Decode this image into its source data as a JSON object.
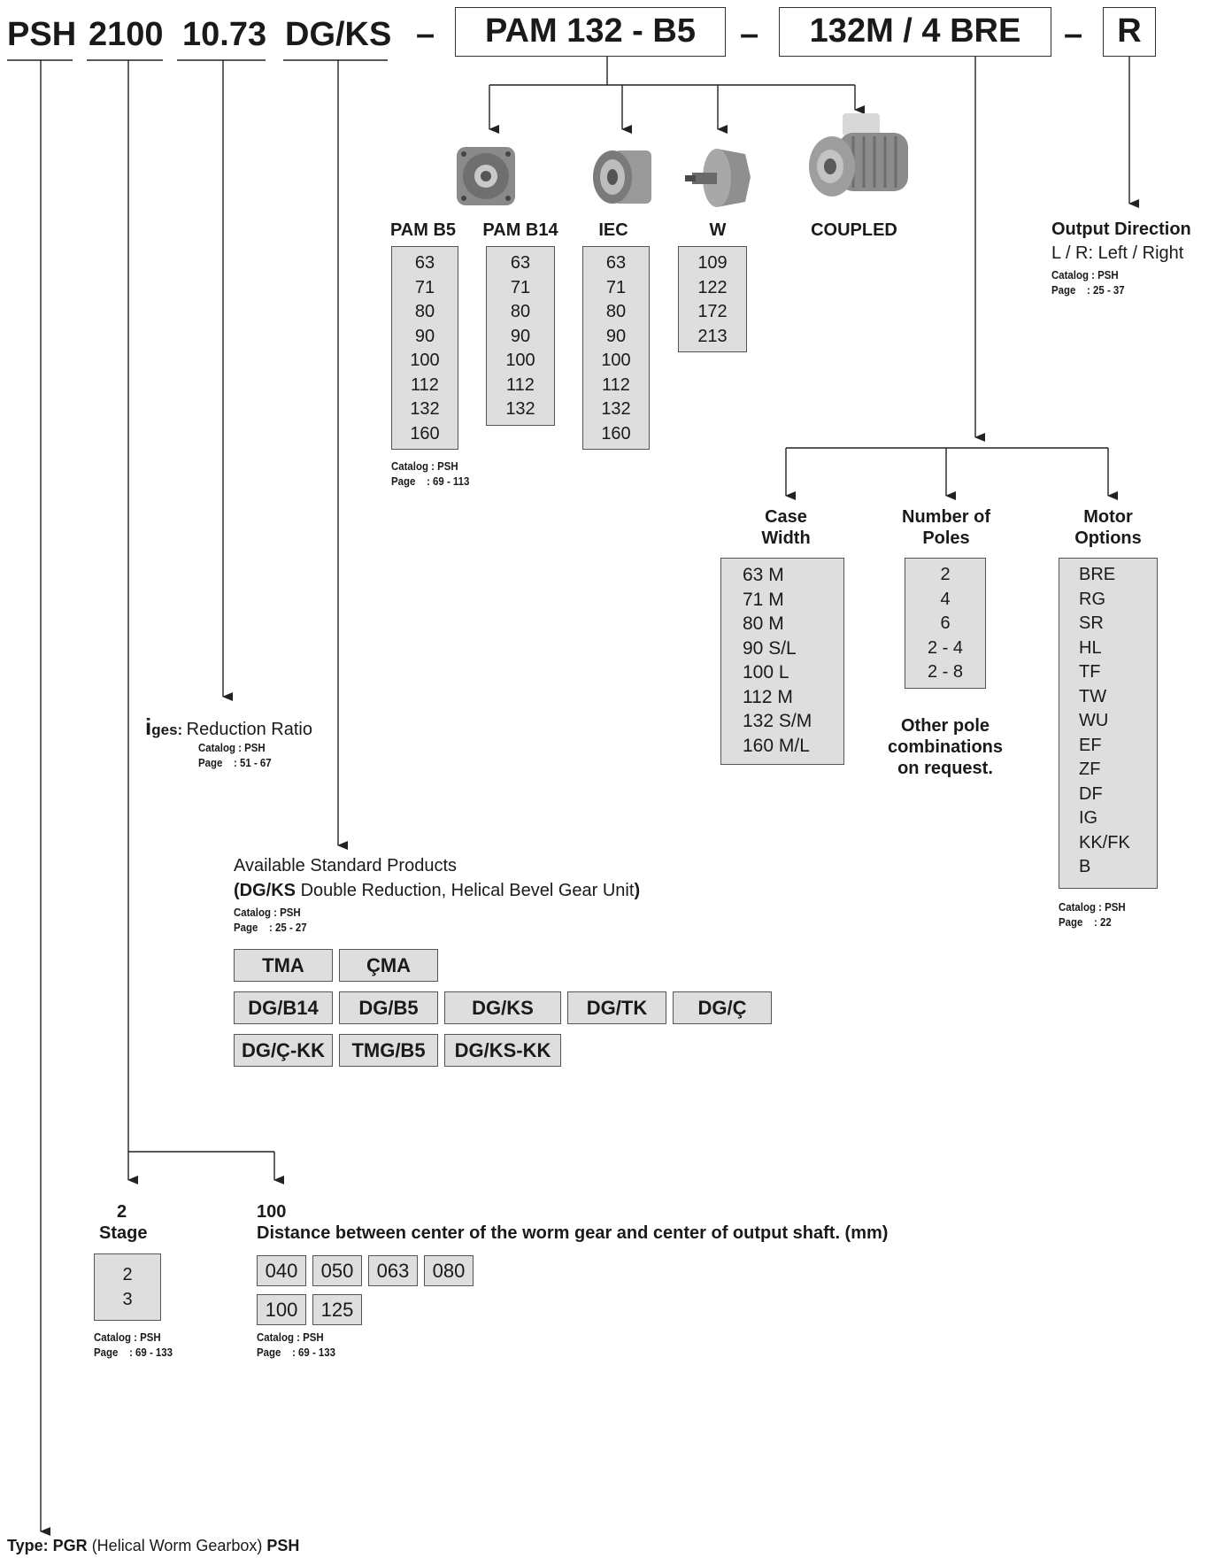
{
  "code": {
    "type": "PSH",
    "size": "2100",
    "ratio": "10.73",
    "variant": "DG/KS",
    "dash": "–",
    "input": "PAM 132 - B5",
    "motor": "132M / 4   BRE",
    "direction": "R"
  },
  "inputs": {
    "labels": [
      "PAM B5",
      "PAM B14",
      "IEC",
      "W",
      "COUPLED"
    ],
    "pam_b5": [
      "63",
      "71",
      "80",
      "90",
      "100",
      "112",
      "132",
      "160"
    ],
    "pam_b14": [
      "63",
      "71",
      "80",
      "90",
      "100",
      "112",
      "132"
    ],
    "iec": [
      "63",
      "71",
      "80",
      "90",
      "100",
      "112",
      "132",
      "160"
    ],
    "w": [
      "109",
      "122",
      "172",
      "213"
    ],
    "catalog": "Catalog : PSH\nPage    : 69 - 113"
  },
  "output_direction": {
    "title": "Output Direction",
    "desc": "L / R: Left / Right",
    "catalog": "Catalog : PSH\nPage    : 25 - 37"
  },
  "motor": {
    "case_width_title": "Case\nWidth",
    "case_width": [
      "63 M",
      "71 M",
      "80 M",
      "90 S/L",
      "100 L",
      "112 M",
      "132 S/M",
      "160 M/L"
    ],
    "poles_title": "Number of\nPoles",
    "poles": [
      "2",
      "4",
      "6",
      "2 - 4",
      "2 - 8"
    ],
    "poles_note": "Other pole\ncombinations\non request.",
    "options_title": "Motor\nOptions",
    "options": [
      "BRE",
      "RG",
      "SR",
      "HL",
      "TF",
      "TW",
      "WU",
      "EF",
      "ZF",
      "DF",
      "IG",
      "KK/FK",
      "B"
    ],
    "catalog": "Catalog : PSH\nPage    : 22"
  },
  "ratio": {
    "symbol": "i",
    "symbol_sub": "ges:",
    "label": "Reduction Ratio",
    "catalog": "Catalog : PSH\nPage    : 51 - 67"
  },
  "products": {
    "title": "Available Standard Products",
    "sub_open": "(",
    "sub_bold": "DG/KS",
    "sub_text": " Double Reduction, Helical Bevel Gear Unit",
    "sub_close": ")",
    "catalog": "Catalog : PSH\nPage    : 25 - 27",
    "row1": [
      "TMA",
      "ÇMA"
    ],
    "row2": [
      "DG/B14",
      "DG/B5",
      "DG/KS",
      "DG/TK",
      "DG/Ç"
    ],
    "row3": [
      "DG/Ç-KK",
      "TMG/B5",
      "DG/KS-KK"
    ]
  },
  "stage": {
    "value": "2",
    "label": "Stage",
    "options": [
      "2",
      "3"
    ],
    "catalog": "Catalog : PSH\nPage    : 69 - 133"
  },
  "distance": {
    "value": "100",
    "label": "Distance between center of the worm gear and center of output shaft. (mm)",
    "options_row1": [
      "040",
      "050",
      "063",
      "080"
    ],
    "options_row2": [
      "100",
      "125"
    ],
    "catalog": "Catalog : PSH\nPage    : 69 - 133"
  },
  "type_line": {
    "prefix": "Type: ",
    "pgr": "PGR",
    "desc": " (Helical Worm Gearbox) ",
    "psh": "PSH"
  }
}
